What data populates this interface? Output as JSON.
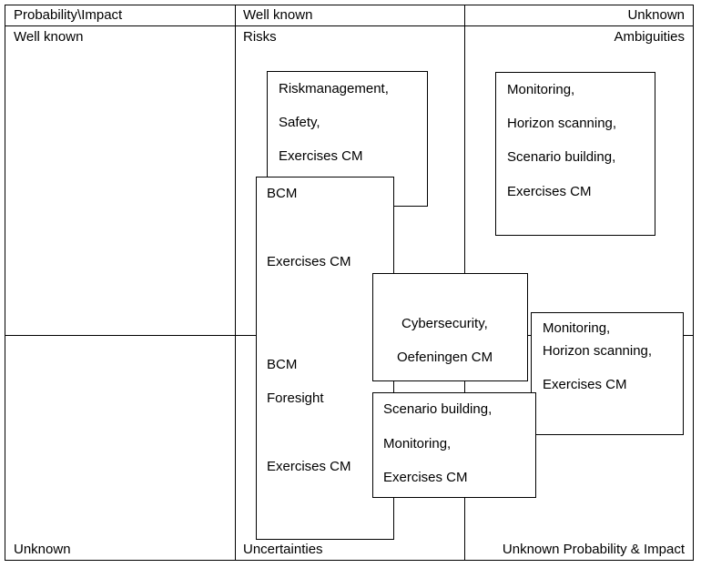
{
  "header": {
    "corner": "Probability\\Impact",
    "col_well_known": "Well known",
    "col_unknown": "Unknown"
  },
  "rows": {
    "top": "Well known",
    "bottom": "Unknown"
  },
  "quadrants": {
    "top_left": "Risks",
    "top_right": "Ambiguities",
    "bottom_left": "Uncertainties",
    "bottom_right": "Unknown Probability & Impact"
  },
  "boxes": {
    "risk_mgmt": {
      "line1": "Riskmanagement,",
      "line2": "Safety,",
      "line3": "Exercises CM"
    },
    "ambiguities": {
      "line1": "Monitoring,",
      "line2": "Horizon scanning,",
      "line3": "Scenario building,",
      "line4": "Exercises CM"
    },
    "bcm_tall": {
      "line1": "BCM",
      "line2": "Exercises CM",
      "line3": "BCM",
      "line4": "Foresight",
      "line5": "Exercises CM"
    },
    "cyber": {
      "line1": "Cybersecurity,",
      "line2": "Oefeningen CM"
    },
    "right_mid": {
      "line1": "Monitoring,",
      "line2": "Horizon scanning,",
      "line3": "Exercises CM"
    },
    "scenario": {
      "line1": "Scenario building,",
      "line2": "Monitoring,",
      "line3": "Exercises CM"
    }
  }
}
